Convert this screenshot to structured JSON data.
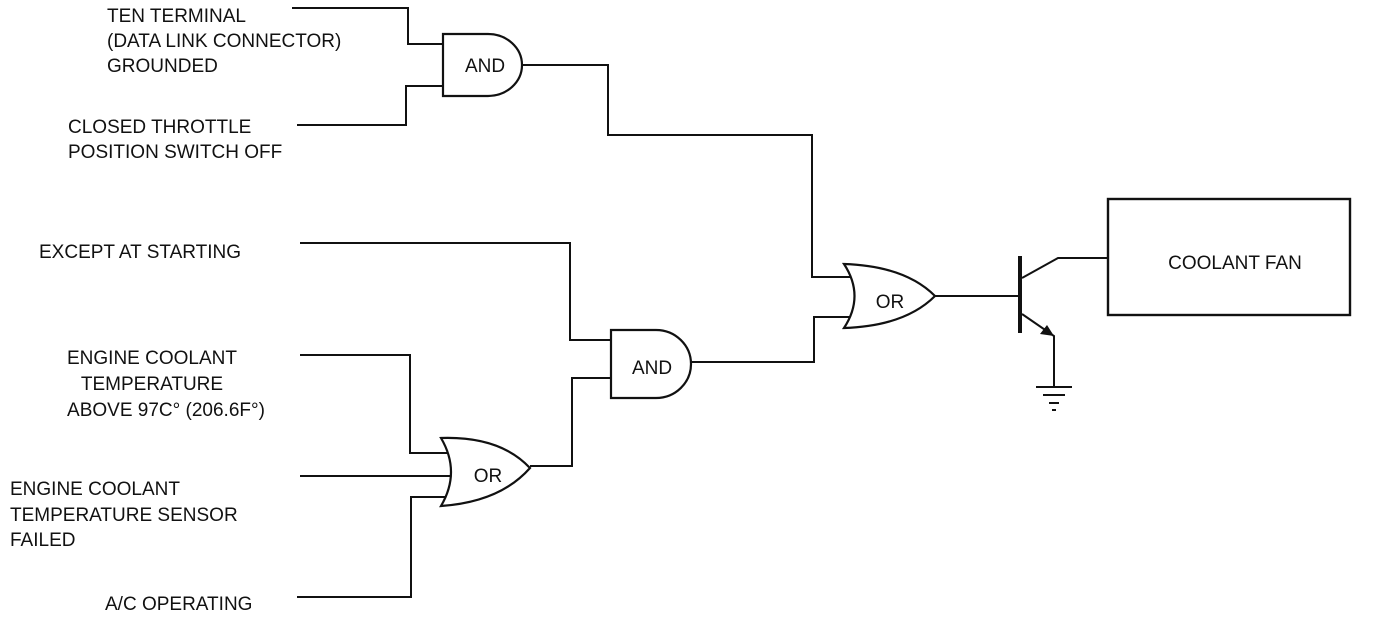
{
  "inputs": {
    "ten_terminal": [
      "TEN TERMINAL",
      "(DATA LINK CONNECTOR)",
      "GROUNDED"
    ],
    "closed_throttle": [
      "CLOSED THROTTLE",
      "POSITION SWITCH OFF"
    ],
    "except_starting": [
      "EXCEPT AT STARTING"
    ],
    "coolant_temp": [
      "ENGINE COOLANT",
      "TEMPERATURE",
      "ABOVE 97C° (206.6F°)"
    ],
    "sensor_failed": [
      "ENGINE COOLANT",
      "TEMPERATURE SENSOR",
      "FAILED"
    ],
    "ac_operating": [
      "A/C OPERATING"
    ]
  },
  "gates": {
    "and_top": "AND",
    "and_mid": "AND",
    "or_low": "OR",
    "or_main": "OR"
  },
  "output": {
    "fan_label": "COOLANT FAN"
  }
}
